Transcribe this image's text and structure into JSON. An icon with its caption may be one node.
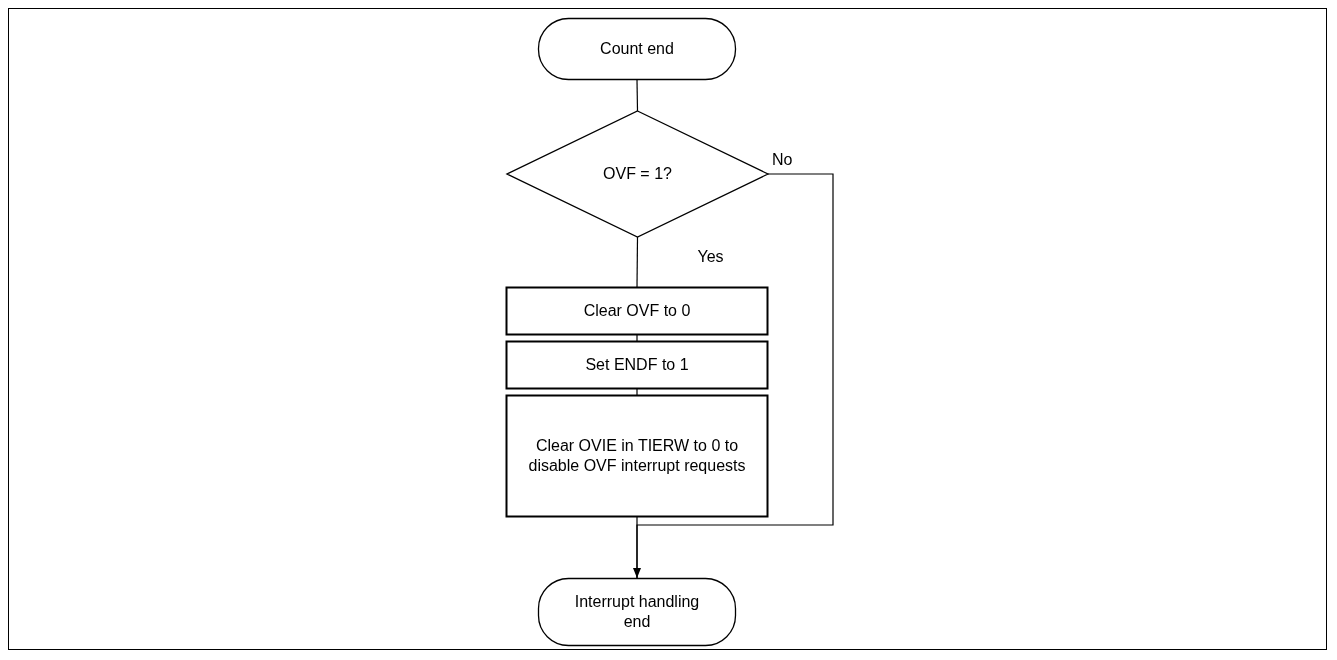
{
  "diagram": {
    "nodes": [
      {
        "text": [
          "Count end"
        ]
      },
      {
        "text": [
          "OVF = 1?"
        ]
      },
      {
        "text": [
          "Clear OVF to 0"
        ]
      },
      {
        "text": [
          "Set ENDF to 1"
        ]
      },
      {
        "text": [
          "Clear OVIE in TIERW to 0 to disable OVF interrupt requests"
        ]
      },
      {
        "text": [
          "Interrupt handling end"
        ]
      }
    ],
    "edges": [
      {
        "from": 0,
        "to": 1,
        "arrow": "none"
      },
      {
        "from": 1,
        "to": 2,
        "arrow": "none",
        "label": "Yes"
      },
      {
        "from": 2,
        "to": 3,
        "arrow": "none"
      },
      {
        "from": 3,
        "to": 4,
        "arrow": "none"
      },
      {
        "from": 4,
        "to": 5,
        "arrow": "none"
      },
      {
        "from": 1,
        "to": 5,
        "arrow": "to",
        "label": "No"
      }
    ]
  }
}
